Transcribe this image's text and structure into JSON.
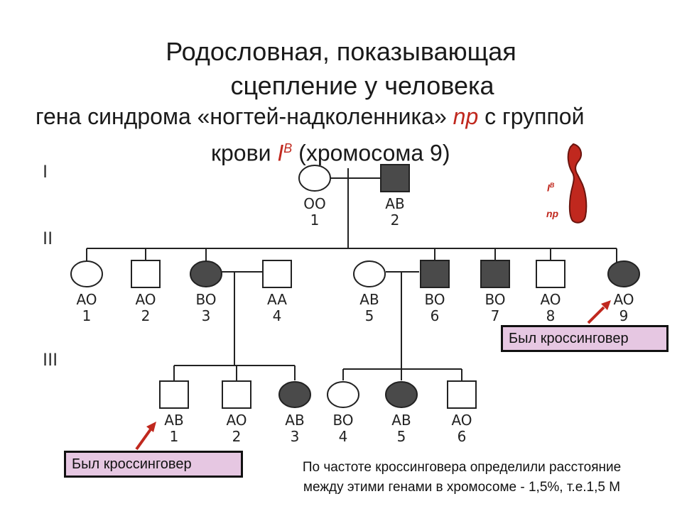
{
  "title": {
    "line1": "Родословная, показывающая",
    "line2": "сцепление у человека",
    "sub1_pre": "гена синдрома «ногтей-надколенника» ",
    "sub1_gene": "np",
    "sub1_post": " с группой",
    "sub2_pre": "крови ",
    "sub2_allele": "I",
    "sub2_sup": "B",
    "sub2_post": " (хромосома 9)"
  },
  "generations": [
    "I",
    "II",
    "III"
  ],
  "individuals": [
    {
      "id": "I-1",
      "sex": "female",
      "affected": false,
      "genotype": "OO",
      "number": "1"
    },
    {
      "id": "I-2",
      "sex": "male",
      "affected": true,
      "genotype": "AB",
      "number": "2"
    },
    {
      "id": "II-1",
      "sex": "female",
      "affected": false,
      "genotype": "AO",
      "number": "1"
    },
    {
      "id": "II-2",
      "sex": "male",
      "affected": false,
      "genotype": "AO",
      "number": "2"
    },
    {
      "id": "II-3",
      "sex": "female",
      "affected": true,
      "genotype": "BO",
      "number": "3"
    },
    {
      "id": "II-4",
      "sex": "male",
      "affected": false,
      "genotype": "AA",
      "number": "4"
    },
    {
      "id": "II-5",
      "sex": "female",
      "affected": false,
      "genotype": "AB",
      "number": "5"
    },
    {
      "id": "II-6",
      "sex": "male",
      "affected": true,
      "genotype": "BO",
      "number": "6"
    },
    {
      "id": "II-7",
      "sex": "male",
      "affected": true,
      "genotype": "BO",
      "number": "7"
    },
    {
      "id": "II-8",
      "sex": "male",
      "affected": false,
      "genotype": "AO",
      "number": "8"
    },
    {
      "id": "II-9",
      "sex": "female",
      "affected": true,
      "genotype": "AO",
      "number": "9"
    },
    {
      "id": "III-1",
      "sex": "male",
      "affected": false,
      "genotype": "AB",
      "number": "1"
    },
    {
      "id": "III-2",
      "sex": "male",
      "affected": false,
      "genotype": "AO",
      "number": "2"
    },
    {
      "id": "III-3",
      "sex": "female",
      "affected": true,
      "genotype": "AB",
      "number": "3"
    },
    {
      "id": "III-4",
      "sex": "female",
      "affected": false,
      "genotype": "BO",
      "number": "4"
    },
    {
      "id": "III-5",
      "sex": "female",
      "affected": true,
      "genotype": "AB",
      "number": "5"
    },
    {
      "id": "III-6",
      "sex": "male",
      "affected": false,
      "genotype": "AO",
      "number": "6"
    }
  ],
  "chromosome": {
    "label_allele": "I",
    "label_allele_sup": "B",
    "label_gene": "np"
  },
  "callouts": {
    "crossover_1": "Был кроссинговер",
    "crossover_2": "Был кроссинговер"
  },
  "note": {
    "line1": "По частоте кроссинговера определили расстояние",
    "line2": "между этими генами в хромосоме - 1,5%, т.е.1,5 М"
  },
  "colors": {
    "affected": "#4a4a4a",
    "accent": "#c0281e",
    "callout_bg": "#e6c7e2"
  }
}
